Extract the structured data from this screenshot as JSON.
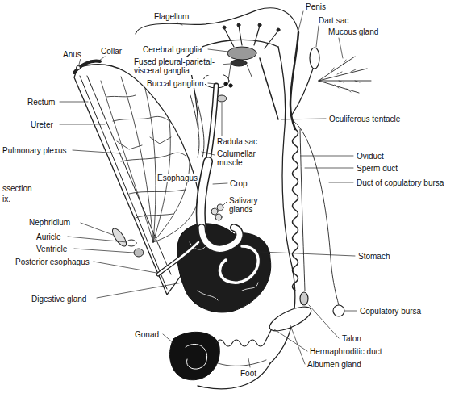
{
  "diagram": {
    "labels": [
      "Penis",
      "Flagellum",
      "Dart sac",
      "Mucous gland",
      "Cerebral ganglia",
      "Collar",
      "Anus",
      "Fused pleural-parietal- visceral ganglia",
      "Buccal ganglion",
      "Rectum",
      "Oculiferous tentacle",
      "Ureter",
      "Radula sac",
      "Pulmonary plexus",
      "Columellar muscle",
      "Oviduct",
      "Sperm duct",
      "Esophagus",
      "Duct of copulatory bursa",
      "Crop",
      "ssection",
      "Salivary glands",
      "ix.",
      "Nephridium",
      "Auricle",
      "Ventricle",
      "Stomach",
      "Posterior esophagus",
      "Digestive gland",
      "Copulatory bursa",
      "Gonad",
      "Talon",
      "Hermaphroditic duct",
      "Albumen gland",
      "Foot"
    ]
  }
}
